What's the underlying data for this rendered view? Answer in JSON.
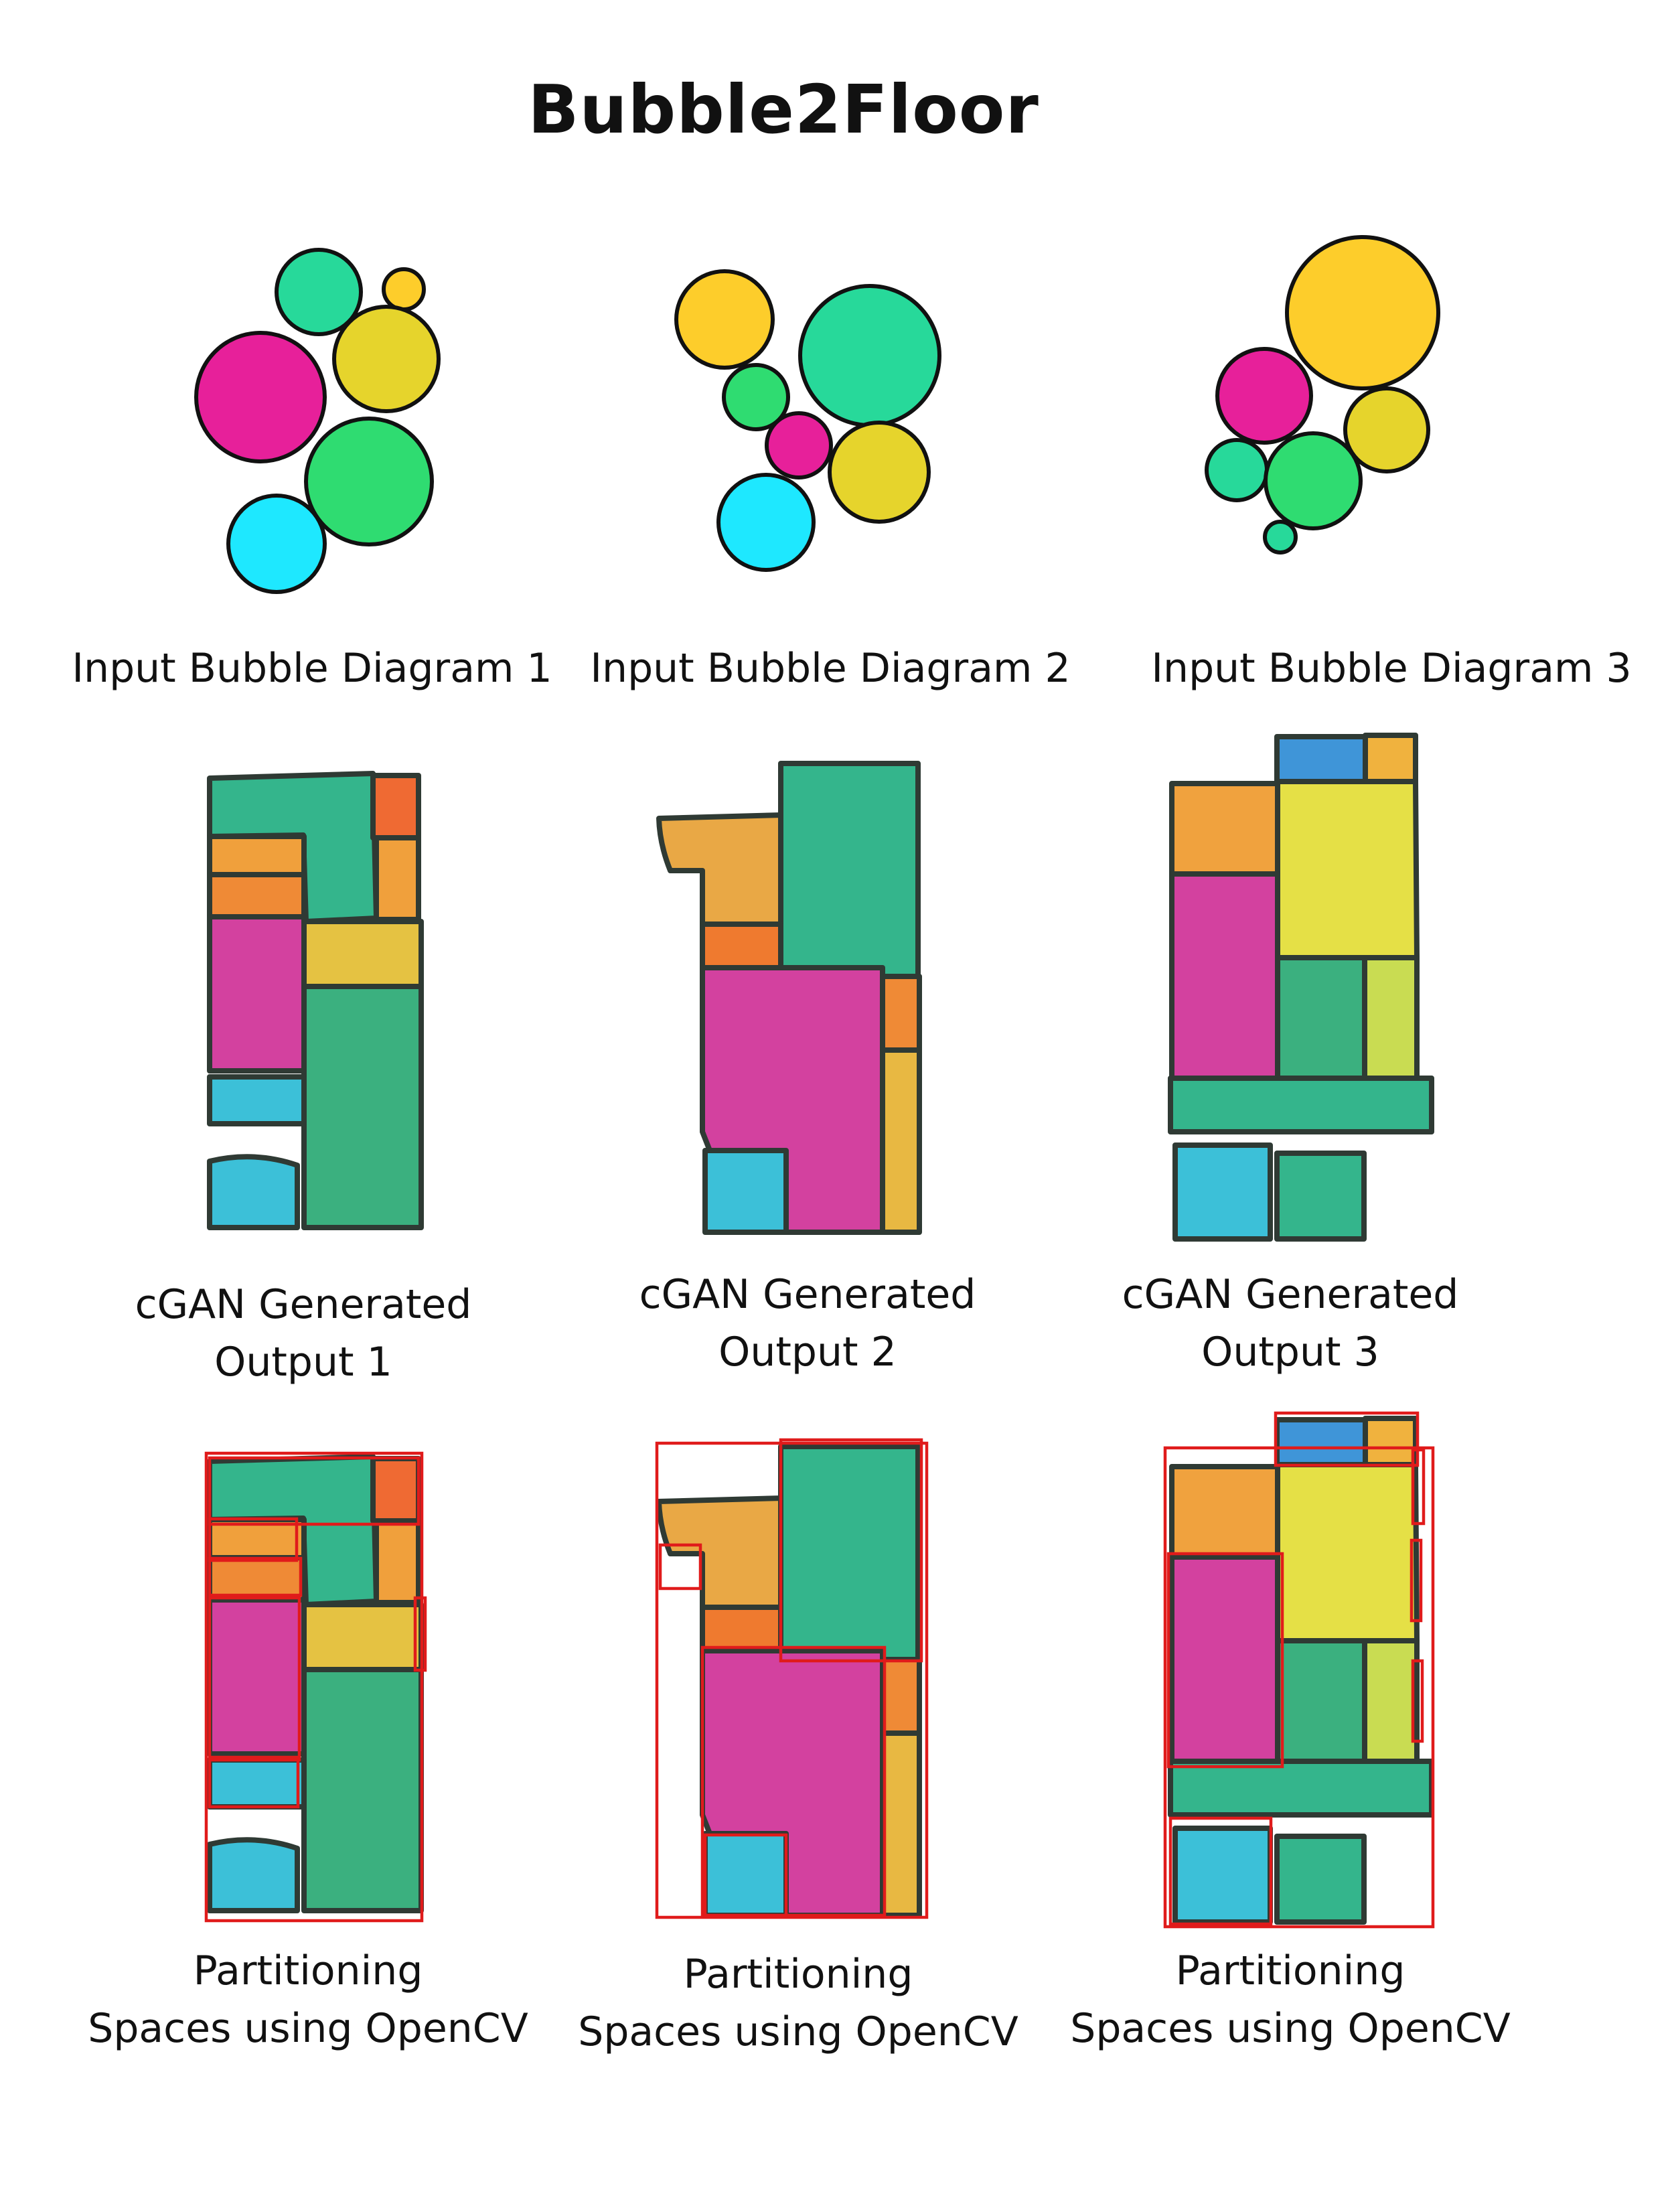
{
  "title": "Bubble2Floor",
  "colors": {
    "pink": "#e7209a",
    "teal": "#27d99a",
    "yellow": "#e6d42c",
    "green": "#2fdc71",
    "cyan": "#1ee8ff",
    "gold": "#fdcd2b",
    "orange": "#f0a03c",
    "plan_teal": "#34b58c",
    "plan_pink": "#d3419f",
    "plan_cyan": "#3cc0d8",
    "plan_yellow": "#e5e046",
    "plan_blue": "#3f95d8",
    "plan_red_orange": "#ef6a33",
    "partition_box": "#e01b1b"
  },
  "labels": {
    "bubble": [
      "Input Bubble Diagram 1",
      "Input Bubble Diagram  2",
      "Input Bubble Diagram 3"
    ],
    "cgan": [
      {
        "line1": "cGAN Generated",
        "line2": "Output 1"
      },
      {
        "line1": "cGAN Generated",
        "line2": "Output 2"
      },
      {
        "line1": "cGAN Generated",
        "line2": "Output 3"
      }
    ],
    "partition": [
      {
        "line1": "Partitioning",
        "line2": "Spaces using OpenCV"
      },
      {
        "line1": "Partitioning",
        "line2": "Spaces using OpenCV"
      },
      {
        "line1": "Partitioning",
        "line2": "Spaces using OpenCV"
      }
    ]
  }
}
